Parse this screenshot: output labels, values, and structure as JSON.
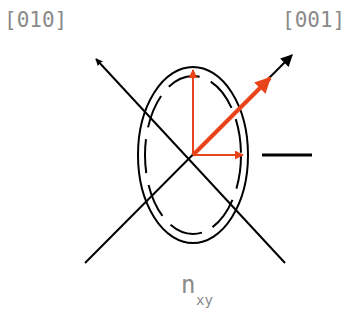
{
  "diagram": {
    "labels": [
      "[010]",
      "[001]",
      "n",
      "xy"
    ]
  }
}
